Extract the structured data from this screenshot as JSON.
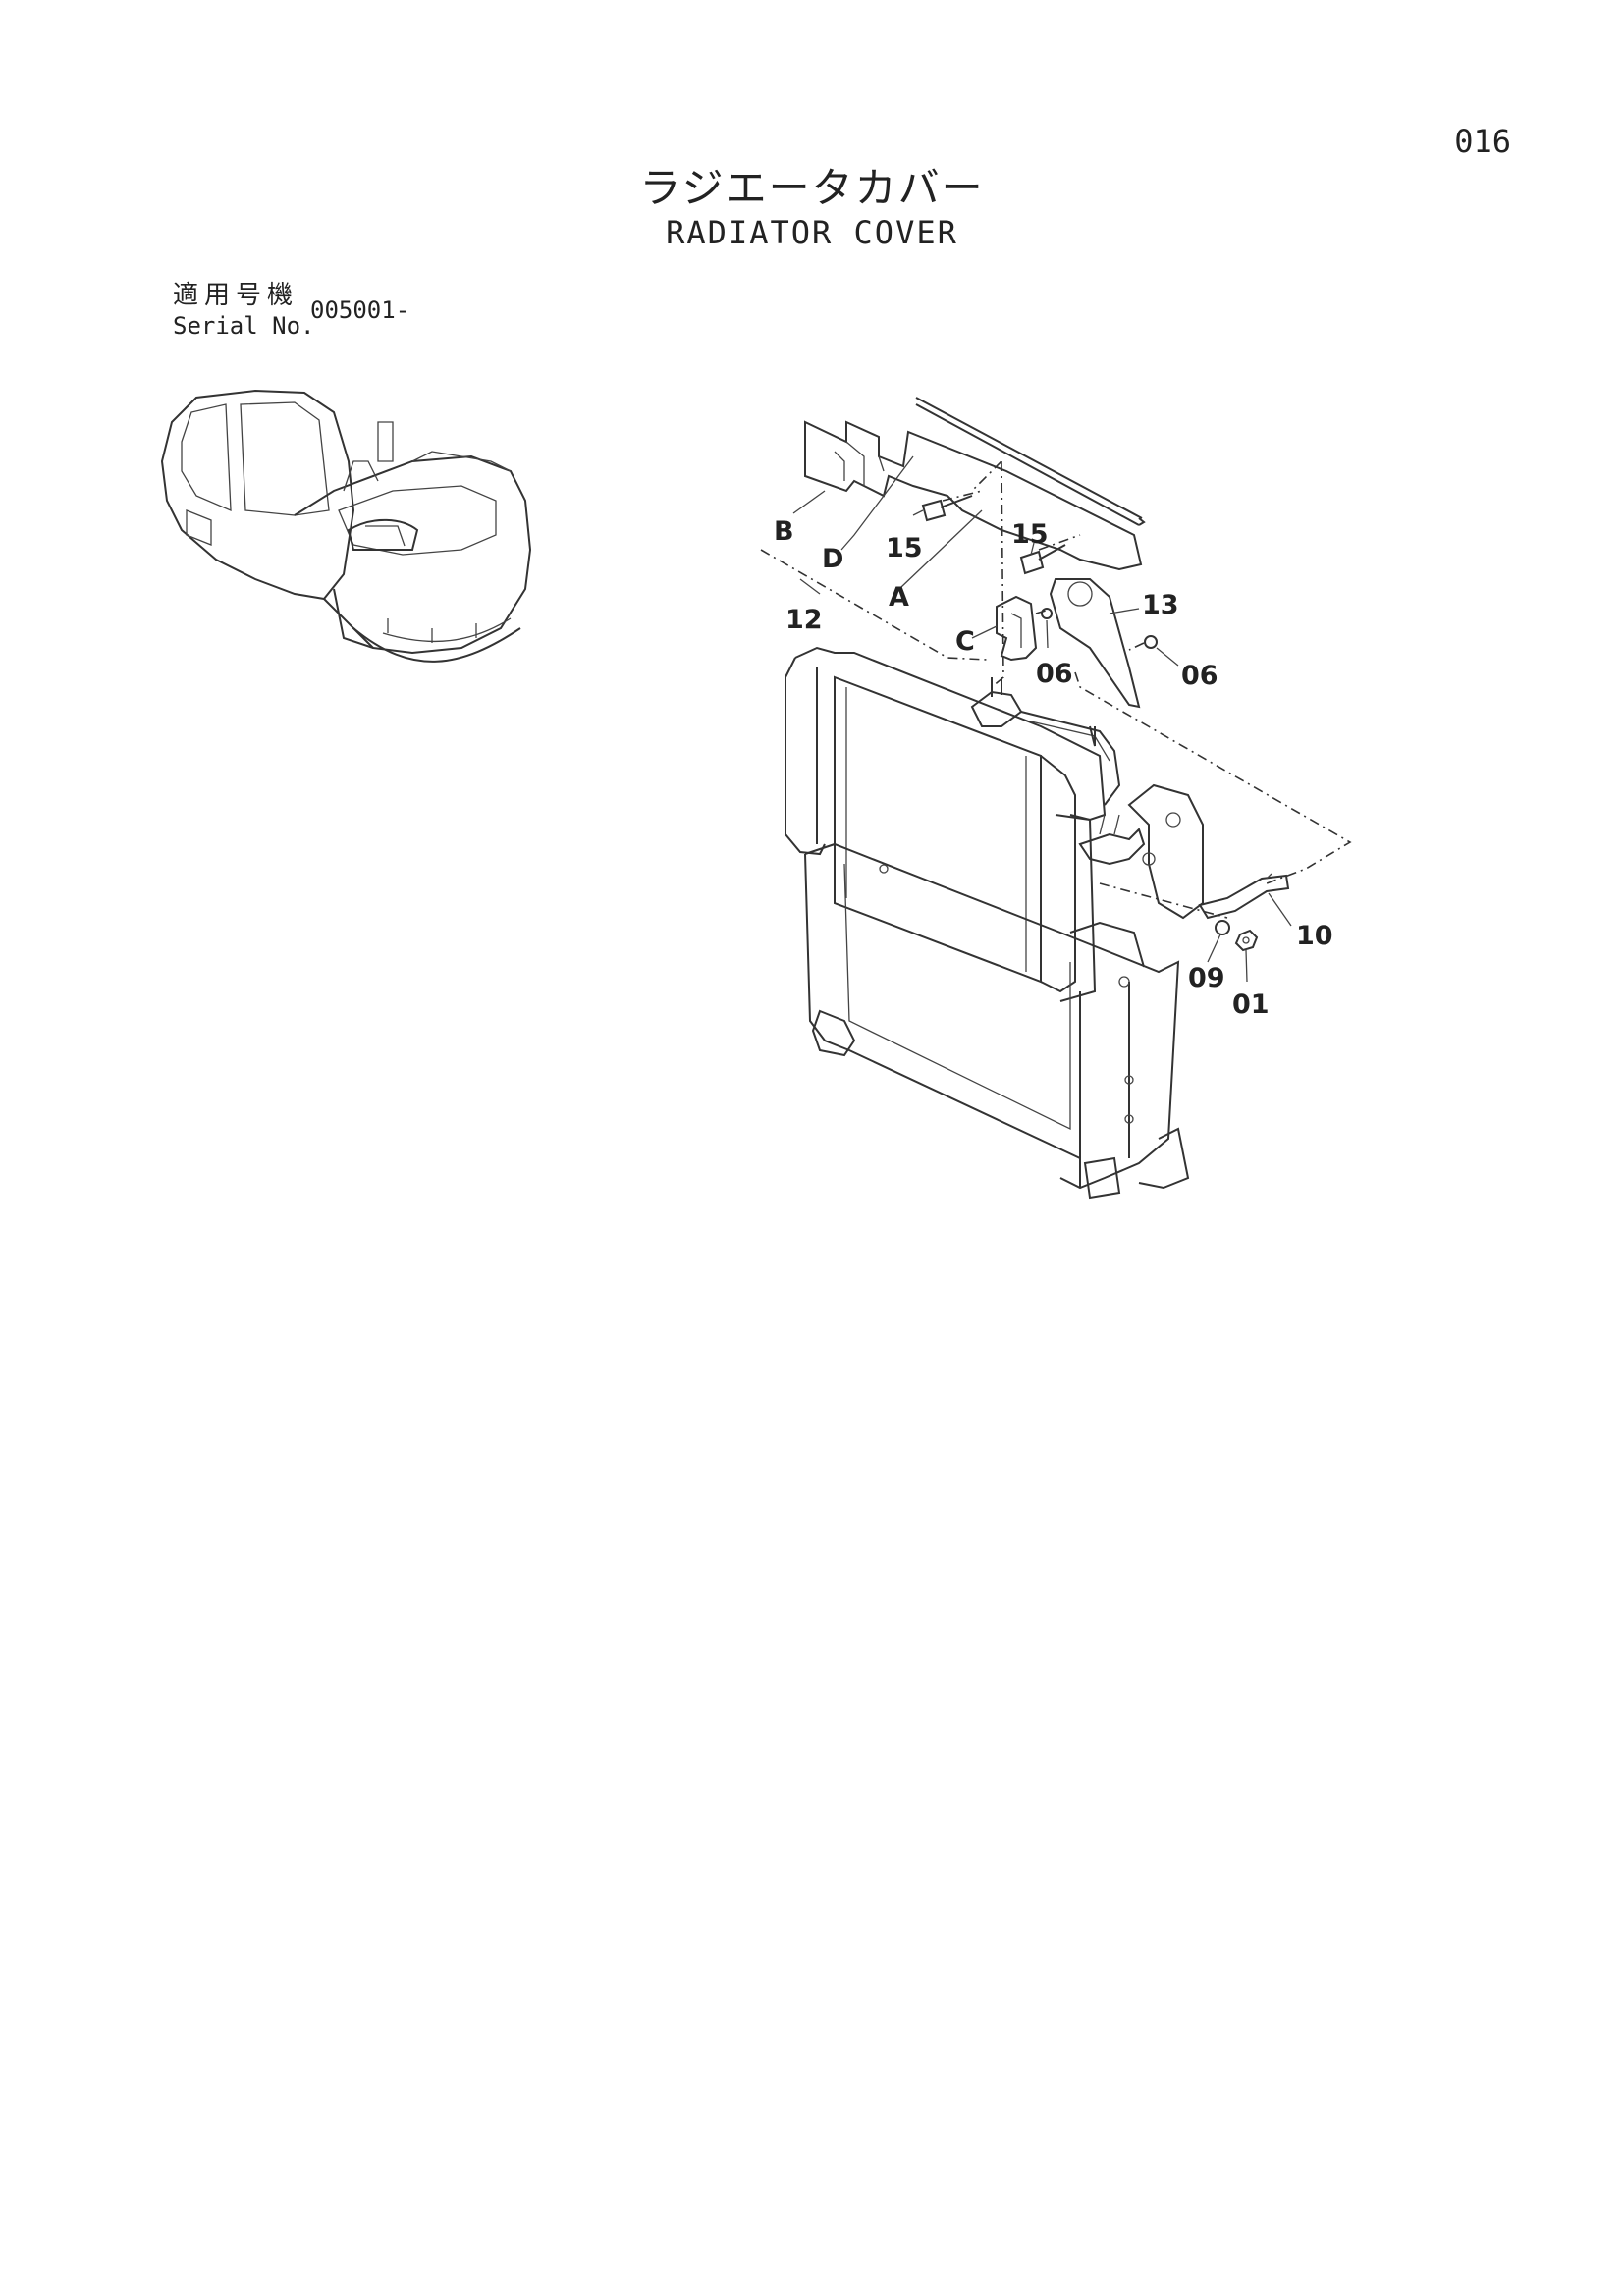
{
  "page_number": "016",
  "title_jp": "ラジエータカバー",
  "title_en": "RADIATOR COVER",
  "serial": {
    "label_jp": "適用号機",
    "label_en": "Serial No.",
    "value": "005001-"
  },
  "callouts": {
    "B": "B",
    "D": "D",
    "A": "A",
    "C": "C",
    "p12": "12",
    "p15a": "15",
    "p15b": "15",
    "p13": "13",
    "p06a": "06",
    "p06b": "06",
    "p10": "10",
    "p09": "09",
    "p01": "01"
  }
}
